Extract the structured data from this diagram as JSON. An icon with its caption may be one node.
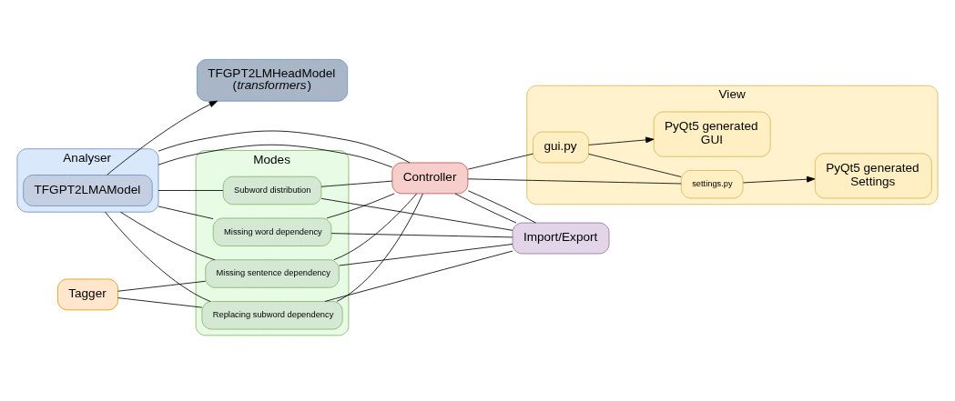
{
  "diagram": {
    "nodes": [
      {
        "text": [
          "Analyser"
        ]
      },
      {
        "text": [
          "TFGPT2LMAModel"
        ],
        "in": 0
      },
      {
        "text": [
          "TFGPT2LMHeadModel (*transformers*)"
        ]
      },
      {
        "text": [
          "Modes"
        ]
      },
      {
        "text": [
          "Subword distribution"
        ],
        "in": 3
      },
      {
        "text": [
          "Missing word dependency"
        ],
        "in": 3
      },
      {
        "text": [
          "Missing sentence dependency"
        ],
        "in": 3
      },
      {
        "text": [
          "Replacing subword dependency"
        ],
        "in": 3
      },
      {
        "text": [
          "Controller"
        ]
      },
      {
        "text": [
          "View"
        ]
      },
      {
        "text": [
          "gui.py"
        ],
        "in": 9
      },
      {
        "text": [
          "PyQt5 generated GUI"
        ],
        "in": 9
      },
      {
        "text": [
          "settings.py"
        ],
        "in": 9
      },
      {
        "text": [
          "PyQt5 generated Settings"
        ],
        "in": 9
      },
      {
        "text": [
          "Tagger"
        ]
      },
      {
        "text": [
          "Import/Export"
        ]
      }
    ],
    "edges": [
      {
        "from": 0,
        "to": 8,
        "arrow": "none"
      },
      {
        "from": 0,
        "to": 8,
        "arrow": "none"
      },
      {
        "from": 1,
        "to": 2,
        "arrow": "to"
      },
      {
        "from": 0,
        "to": 4,
        "arrow": "none"
      },
      {
        "from": 0,
        "to": 5,
        "arrow": "none"
      },
      {
        "from": 0,
        "to": 6,
        "arrow": "none"
      },
      {
        "from": 0,
        "to": 7,
        "arrow": "none"
      },
      {
        "from": 4,
        "to": 8,
        "arrow": "none"
      },
      {
        "from": 5,
        "to": 8,
        "arrow": "none"
      },
      {
        "from": 6,
        "to": 8,
        "arrow": "none"
      },
      {
        "from": 7,
        "to": 8,
        "arrow": "none"
      },
      {
        "from": 4,
        "to": 15,
        "arrow": "none"
      },
      {
        "from": 5,
        "to": 15,
        "arrow": "none"
      },
      {
        "from": 6,
        "to": 15,
        "arrow": "none"
      },
      {
        "from": 7,
        "to": 15,
        "arrow": "none"
      },
      {
        "from": 14,
        "to": 6,
        "arrow": "none"
      },
      {
        "from": 14,
        "to": 7,
        "arrow": "none"
      },
      {
        "from": 8,
        "to": 15,
        "arrow": "none"
      },
      {
        "from": 8,
        "to": 15,
        "arrow": "none"
      },
      {
        "from": 8,
        "to": 10,
        "arrow": "none"
      },
      {
        "from": 8,
        "to": 12,
        "arrow": "none"
      },
      {
        "from": 10,
        "to": 11,
        "arrow": "to"
      },
      {
        "from": 12,
        "to": 13,
        "arrow": "to"
      },
      {
        "from": 10,
        "to": 12,
        "arrow": "none"
      }
    ]
  }
}
